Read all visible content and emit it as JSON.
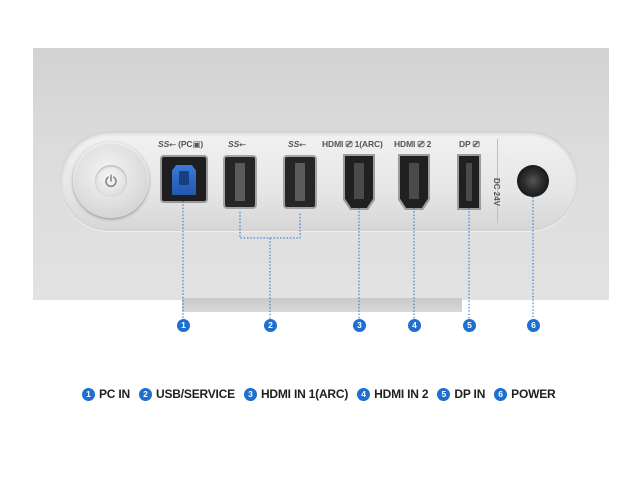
{
  "ports": {
    "pc_label": "(PC",
    "usb1_label": "",
    "usb2_label": "",
    "hdmi1_label": "HDMI",
    "hdmi1_suffix": "1(ARC)",
    "hdmi2_label": "HDMI",
    "hdmi2_suffix": "2",
    "dp_label": "DP",
    "dc_label": "DC 24V"
  },
  "callouts": [
    {
      "number": "1"
    },
    {
      "number": "2"
    },
    {
      "number": "3"
    },
    {
      "number": "4"
    },
    {
      "number": "5"
    },
    {
      "number": "6"
    }
  ],
  "legend": [
    {
      "number": "1",
      "label": "PC IN"
    },
    {
      "number": "2",
      "label": "USB/SERVICE"
    },
    {
      "number": "3",
      "label": "HDMI IN 1(ARC)"
    },
    {
      "number": "4",
      "label": "HDMI IN 2"
    },
    {
      "number": "5",
      "label": "DP IN"
    },
    {
      "number": "6",
      "label": "POWER"
    }
  ],
  "colors": {
    "accent": "#1e6fcf",
    "usb3_blue": "#2f6fcf",
    "body_gray": "#d8d8d8"
  },
  "icons": {
    "power": "power-icon",
    "superspeed_usb": "ss-usb-icon",
    "monitor_pc": "pc-icon",
    "hdmi_logo": "hdmi-icon"
  }
}
